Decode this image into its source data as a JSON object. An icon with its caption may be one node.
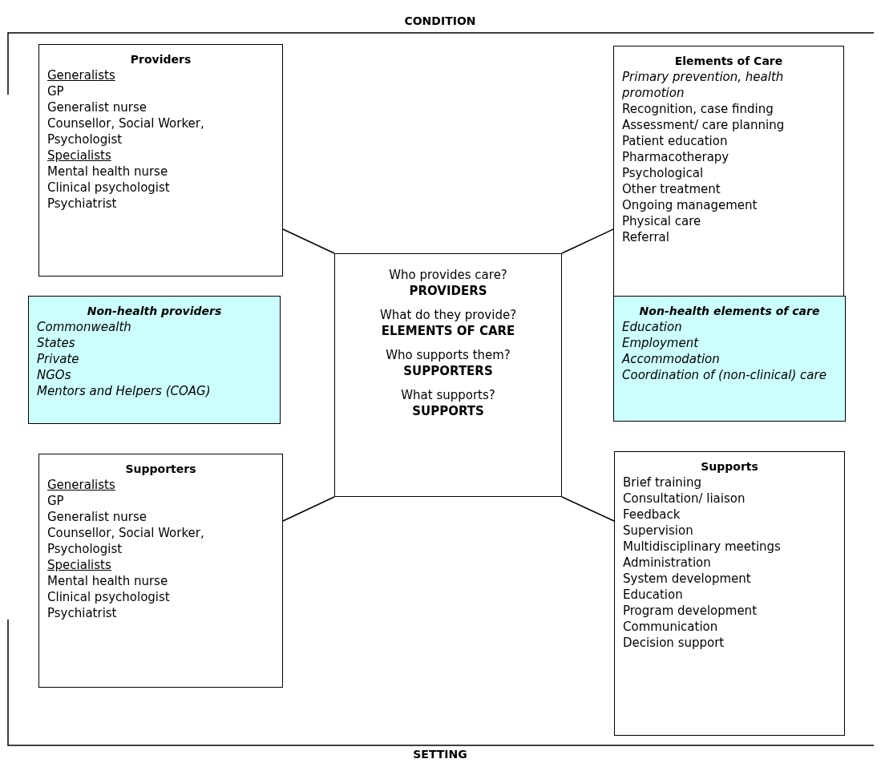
{
  "diagram": {
    "nodes": [
      {
        "text": [
          "Providers",
          "Generalists",
          "GP",
          "Generalist nurse",
          "Counsellor, Social Worker, Psychologist",
          "Specialists",
          "Mental health nurse",
          "Clinical psychologist",
          "Psychiatrist"
        ]
      },
      {
        "text": [
          "Elements of Care",
          "Primary prevention, health promotion",
          "Recognition, case finding",
          "Assessment/ care planning",
          "Patient education",
          "Pharmacotherapy",
          "Psychological",
          "Other treatment",
          "Ongoing management",
          "Physical care",
          "Referral"
        ]
      },
      {
        "text": [
          "Who provides care?",
          "PROVIDERS",
          "What do they provide?",
          "ELEMENTS OF CARE",
          "Who supports them?",
          "SUPPORTERS",
          "What supports?",
          "SUPPORTS"
        ]
      },
      {
        "text": [
          "Non-health providers",
          "Commonwealth",
          "States",
          "Private",
          "NGOs",
          "Mentors and Helpers (COAG)"
        ]
      },
      {
        "text": [
          "Non-health elements of care",
          "Education",
          "Employment",
          "Accommodation",
          "Coordination of (non-clinical) care"
        ]
      },
      {
        "text": [
          "Supporters",
          "Generalists",
          "GP",
          "Generalist nurse",
          "Counsellor, Social Worker, Psychologist",
          "Specialists",
          "Mental health nurse",
          "Clinical psychologist",
          "Psychiatrist"
        ]
      },
      {
        "text": [
          "Supports",
          "Brief training",
          "Consultation/ liaison",
          "Feedback",
          "Supervision",
          "Multidisciplinary meetings",
          "Administration",
          "System development",
          "Education",
          "Program development",
          "Communication",
          "Decision support"
        ]
      }
    ],
    "edges": [
      {
        "from": 2,
        "to": 0,
        "arrow": "none"
      },
      {
        "from": 2,
        "to": 1,
        "arrow": "none"
      },
      {
        "from": 2,
        "to": 5,
        "arrow": "none"
      },
      {
        "from": 2,
        "to": 6,
        "arrow": "none"
      }
    ],
    "labels": [
      "CONDITION",
      "SETTING"
    ]
  }
}
